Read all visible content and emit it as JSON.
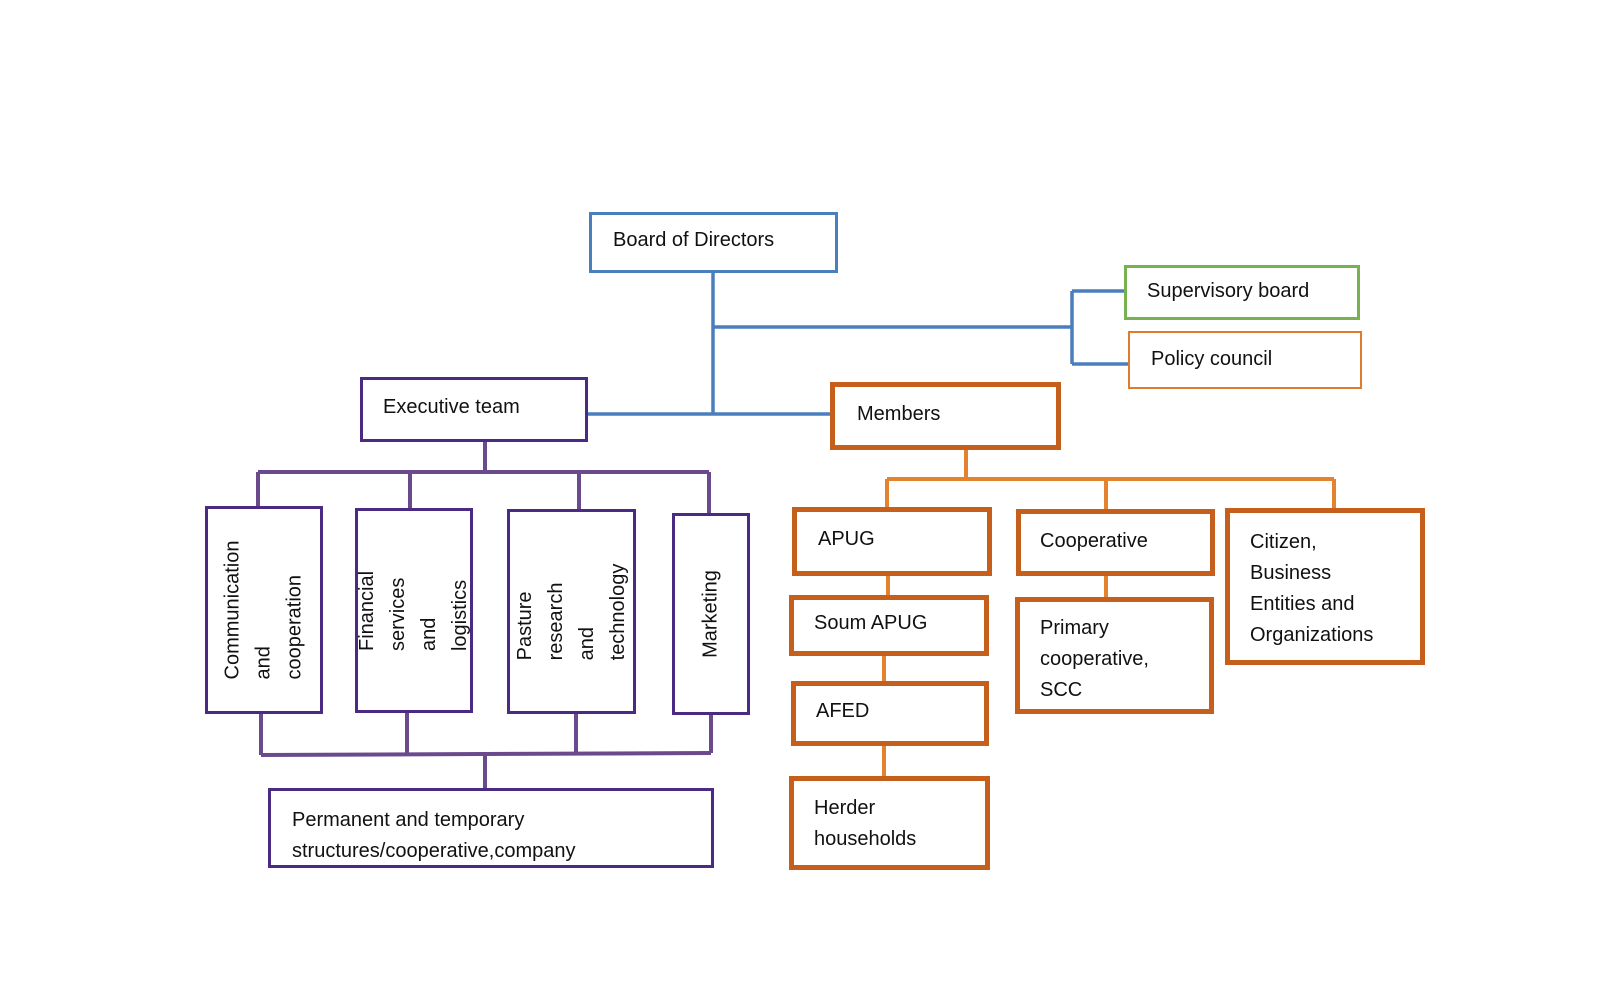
{
  "nodes": {
    "board": "Board of Directors",
    "supervisory": "Supervisory board",
    "policy": "Policy council",
    "executive": "Executive team",
    "members": "Members",
    "communication": "Communication\nand cooperation",
    "financial": "Financial services\nand logistics",
    "pasture": "Pasture research\nand technology",
    "marketing": "Marketing",
    "permanent": "Permanent and temporary\nstructures/cooperative,company",
    "apug": "APUG",
    "soum_apug": "Soum APUG",
    "afed": "AFED",
    "herder": "Herder\nhouseholds",
    "cooperative": "Cooperative",
    "primary": "Primary\ncooperative,\nSCC",
    "citizen": "Citizen,\nBusiness\nEntities and\nOrganizations"
  },
  "colors": {
    "governance": "#4a7fbd",
    "supervisory": "#77b24f",
    "policy": "#e07b2b",
    "executive": "#4b2a84",
    "executive_lines": "#6a4a8c",
    "members": "#c65f1c",
    "members_lines": "#e3822f"
  }
}
